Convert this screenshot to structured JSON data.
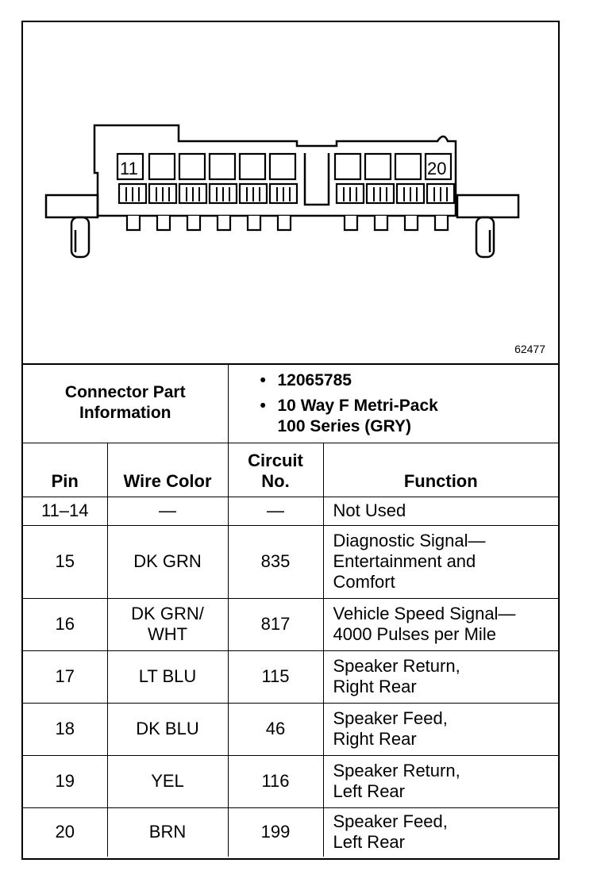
{
  "figure_number": "62477",
  "connector": {
    "pin_labels": {
      "left": "11",
      "right": "20"
    }
  },
  "part_info": {
    "label_line1": "Connector Part",
    "label_line2": "Information",
    "items": [
      "12065785",
      "10 Way F Metri-Pack",
      "100 Series (GRY)"
    ]
  },
  "headers": {
    "pin": "Pin",
    "wire_color": "Wire Color",
    "circuit_line1": "Circuit",
    "circuit_line2": "No.",
    "function": "Function"
  },
  "rows": [
    {
      "pin": "11–14",
      "wire": [
        "—"
      ],
      "circuit": "—",
      "function": [
        "Not Used"
      ]
    },
    {
      "pin": "15",
      "wire": [
        "DK GRN"
      ],
      "circuit": "835",
      "function": [
        "Diagnostic Signal—",
        "Entertainment and",
        "Comfort"
      ]
    },
    {
      "pin": "16",
      "wire": [
        "DK GRN/",
        "WHT"
      ],
      "circuit": "817",
      "function": [
        "Vehicle Speed Signal—",
        "4000 Pulses per Mile"
      ]
    },
    {
      "pin": "17",
      "wire": [
        "LT BLU"
      ],
      "circuit": "115",
      "function": [
        "Speaker Return,",
        "Right Rear"
      ]
    },
    {
      "pin": "18",
      "wire": [
        "DK BLU"
      ],
      "circuit": "46",
      "function": [
        "Speaker Feed,",
        "Right Rear"
      ]
    },
    {
      "pin": "19",
      "wire": [
        "YEL"
      ],
      "circuit": "116",
      "function": [
        "Speaker Return,",
        "Left Rear"
      ]
    },
    {
      "pin": "20",
      "wire": [
        "BRN"
      ],
      "circuit": "199",
      "function": [
        "Speaker Feed,",
        "Left Rear"
      ]
    }
  ]
}
